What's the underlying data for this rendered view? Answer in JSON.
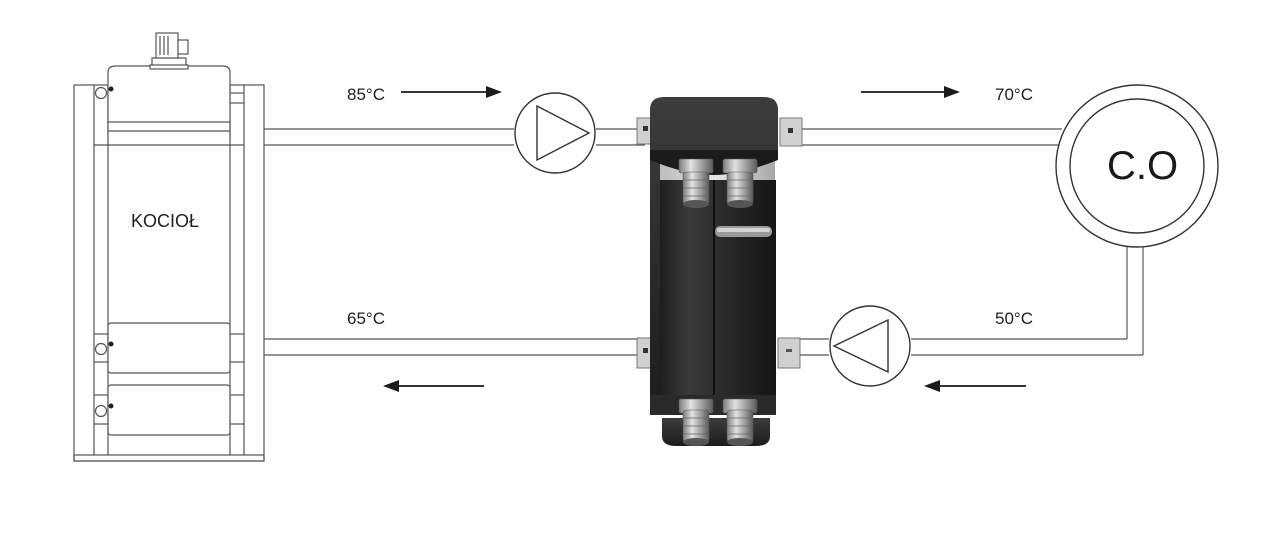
{
  "diagram": {
    "boiler_label": "KOCIOŁ",
    "consumer_label": "C.O",
    "temperatures": {
      "boiler_supply": "85°C",
      "consumer_supply": "70°C",
      "boiler_return": "65°C",
      "consumer_return": "50°C"
    },
    "flow_directions": {
      "top_left": "right",
      "top_right": "right",
      "bottom_left": "left",
      "bottom_right": "left"
    },
    "components": [
      "boiler-icon",
      "pump-icon",
      "plate-heat-exchanger-icon",
      "pump-icon",
      "consumer-circle-icon"
    ]
  },
  "colors": {
    "outline": "#555555",
    "exchanger_body": "#2b2b2b",
    "arrow": "#1a1a1a"
  }
}
